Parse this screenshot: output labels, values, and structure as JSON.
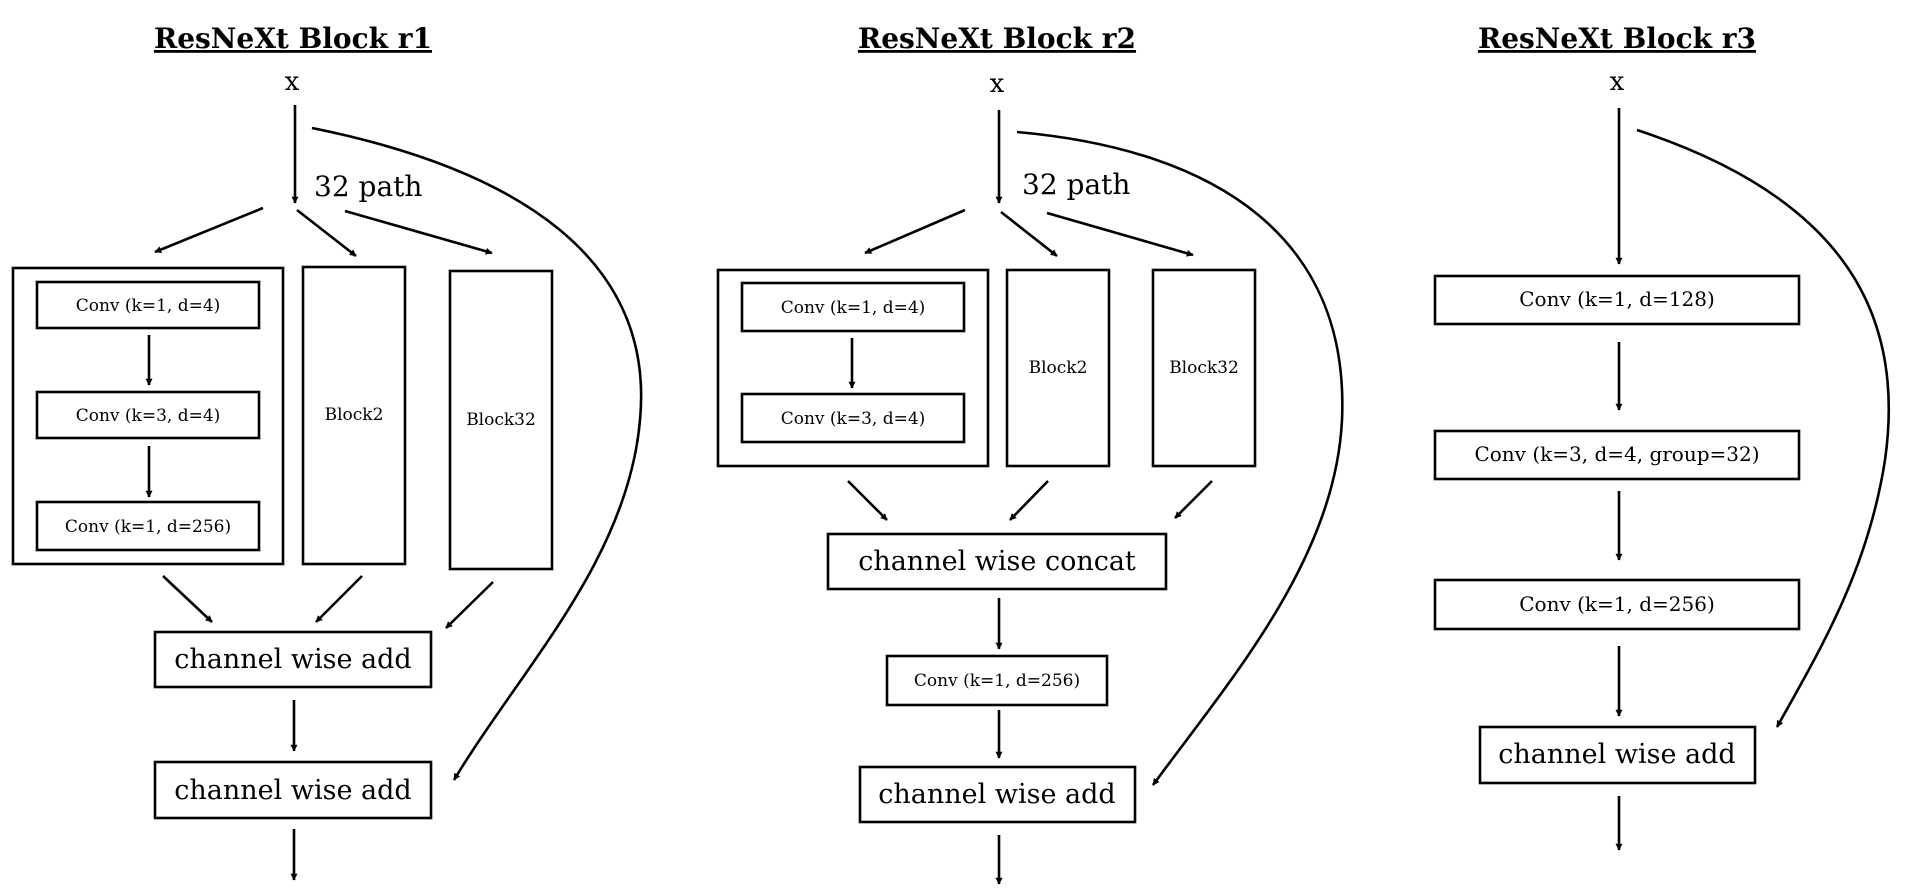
{
  "diagrams": [
    {
      "title": "ResNeXt Block r1",
      "input": "x",
      "path_label": "32 path",
      "conv1": "Conv (k=1, d=4)",
      "conv2": "Conv (k=3, d=4)",
      "conv3": "Conv (k=1, d=256)",
      "block2": "Block2",
      "block32": "Block32",
      "add1": "channel wise add",
      "add2": "channel wise add"
    },
    {
      "title": "ResNeXt Block r2",
      "input": "x",
      "path_label": "32 path",
      "conv1": "Conv (k=1, d=4)",
      "conv2": "Conv (k=3, d=4)",
      "block2": "Block2",
      "block32": "Block32",
      "concat": "channel wise concat",
      "conv3": "Conv (k=1, d=256)",
      "add": "channel wise add"
    },
    {
      "title": "ResNeXt Block r3",
      "input": "x",
      "conv1": "Conv (k=1, d=128)",
      "conv2": "Conv (k=3, d=4, group=32)",
      "conv3": "Conv (k=1, d=256)",
      "add": "channel wise add"
    }
  ]
}
